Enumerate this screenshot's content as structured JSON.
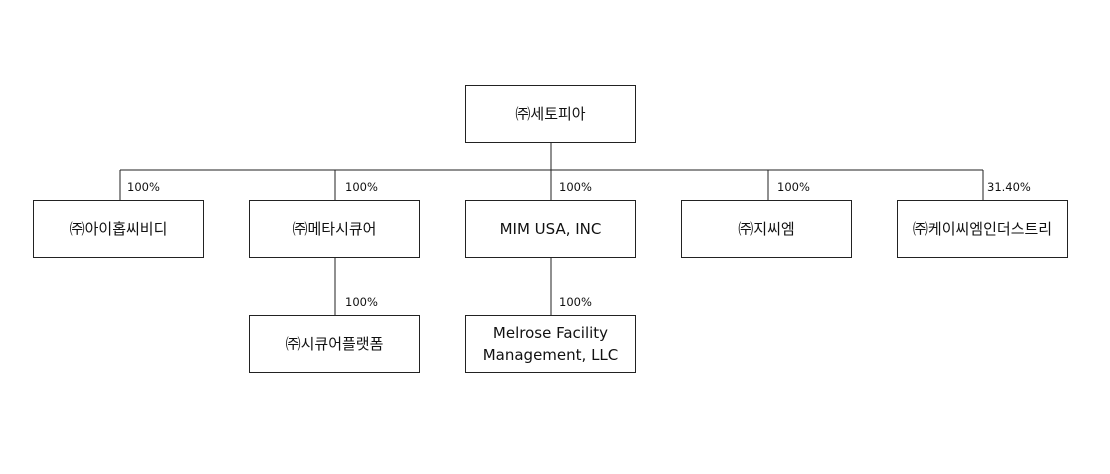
{
  "chart": {
    "root": {
      "label": "㈜세토피아"
    },
    "subsidiaries": [
      {
        "label": "㈜아이홉씨비디",
        "percent": "100%"
      },
      {
        "label": "㈜메타시큐어",
        "percent": "100%"
      },
      {
        "label": "MIM USA, INC",
        "percent": "100%"
      },
      {
        "label": "㈜지씨엠",
        "percent": "100%"
      },
      {
        "label": "㈜케이씨엠인더스트리",
        "percent": "31.40%"
      }
    ],
    "second_level": [
      {
        "parent": "㈜메타시큐어",
        "label": "㈜시큐어플랫폼",
        "percent": "100%"
      },
      {
        "parent": "MIM USA, INC",
        "label": "Melrose Facility\nManagement, LLC",
        "percent": "100%"
      }
    ]
  }
}
